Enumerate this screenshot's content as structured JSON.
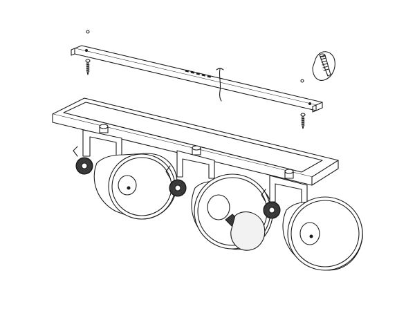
{
  "diagram": {
    "kind": "assembly-instructions",
    "parts": [
      "mounting-bracket",
      "screw",
      "ceiling-base-plate",
      "spotlight-1",
      "spotlight-2",
      "spotlight-3",
      "light-bulb",
      "screw-with-wall-plug-callout"
    ],
    "colors": {
      "line": "#1a1a1a",
      "fill": "#ffffff",
      "shade": "#e6e6e6",
      "dark": "#3a3a3a",
      "bulb": "#f2f2f2"
    }
  }
}
